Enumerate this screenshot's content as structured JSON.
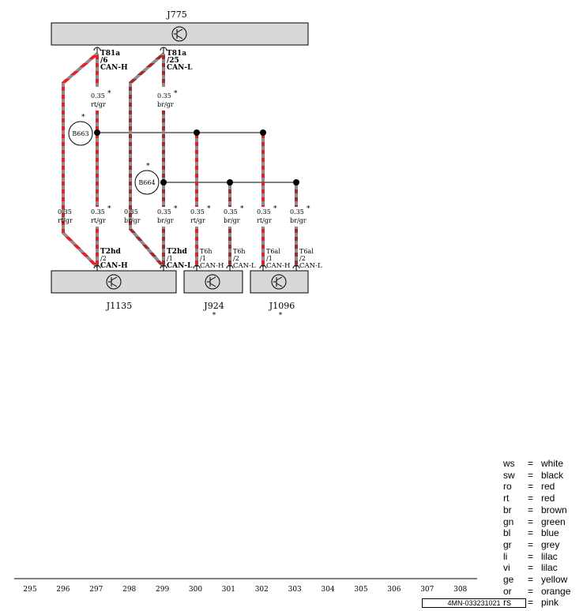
{
  "components": {
    "j775": "J775",
    "j1135": "J1135",
    "j924": "J924",
    "j1096": "J1096",
    "b663": "B663",
    "b664": "B664"
  },
  "connectors": {
    "t81a_6": {
      "name": "T81a",
      "pin": "/6",
      "signal": "CAN-H"
    },
    "t81a_25": {
      "name": "T81a",
      "pin": "/25",
      "signal": "CAN-L"
    },
    "t2hd_2": {
      "name": "T2hd",
      "pin": "/2",
      "signal": "CAN-H"
    },
    "t2hd_1": {
      "name": "T2hd",
      "pin": "/1",
      "signal": "CAN-L"
    },
    "t6h_1": {
      "name": "T6h",
      "pin": "/1",
      "signal": "CAN-H"
    },
    "t6h_2": {
      "name": "T6h",
      "pin": "/2",
      "signal": "CAN-L"
    },
    "t6al_1": {
      "name": "T6al",
      "pin": "/1",
      "signal": "CAN-H"
    },
    "t6al_2": {
      "name": "T6al",
      "pin": "/2",
      "signal": "CAN-L"
    }
  },
  "wires": {
    "size": "0.35",
    "color_rt_gr": "rt/gr",
    "color_br_gr": "br/gr",
    "star": "*"
  },
  "stripe_colors": {
    "red": "#ee1c24",
    "grey": "#8c8c8c",
    "brown": "#a52a2a",
    "panel": "#d8d8d8"
  },
  "track_numbers": [
    "295",
    "296",
    "297",
    "298",
    "299",
    "300",
    "301",
    "302",
    "303",
    "304",
    "305",
    "306",
    "307",
    "308"
  ],
  "part_number": "4MN-033231021",
  "legend": [
    {
      "code": "ws",
      "eq": "=",
      "name": "white"
    },
    {
      "code": "sw",
      "eq": "=",
      "name": "black"
    },
    {
      "code": "ro",
      "eq": "=",
      "name": "red"
    },
    {
      "code": "rt",
      "eq": "=",
      "name": "red"
    },
    {
      "code": "br",
      "eq": "=",
      "name": "brown"
    },
    {
      "code": "gn",
      "eq": "=",
      "name": "green"
    },
    {
      "code": "bl",
      "eq": "=",
      "name": "blue"
    },
    {
      "code": "gr",
      "eq": "=",
      "name": "grey"
    },
    {
      "code": "li",
      "eq": "=",
      "name": "lilac"
    },
    {
      "code": "vi",
      "eq": "=",
      "name": "lilac"
    },
    {
      "code": "ge",
      "eq": "=",
      "name": "yellow"
    },
    {
      "code": "or",
      "eq": "=",
      "name": "orange"
    },
    {
      "code": "rs",
      "eq": "=",
      "name": "pink"
    }
  ]
}
